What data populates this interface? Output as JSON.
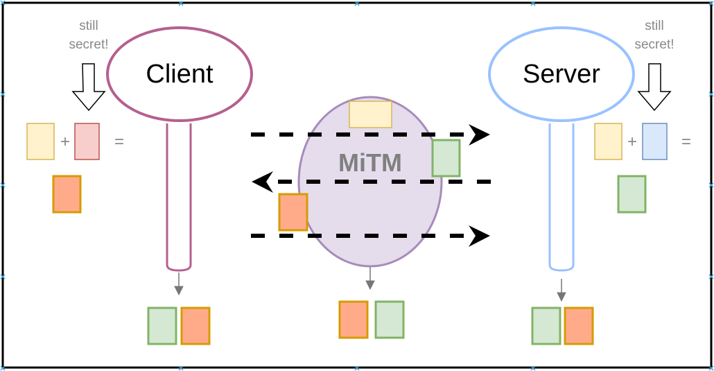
{
  "diagram": {
    "title": "Diffie-Hellman key exchange with man-in-the-middle",
    "client": {
      "label": "Client",
      "stroke": "#B5608F",
      "note": [
        "still",
        "secret!"
      ],
      "equation": {
        "plus": "+",
        "equals": "="
      }
    },
    "server": {
      "label": "Server",
      "stroke": "#99C2FF",
      "note": [
        "still",
        "secret!"
      ],
      "equation": {
        "plus": "+",
        "equals": "="
      }
    },
    "mitm": {
      "label": "MiTM",
      "fill": "#E5DCEC",
      "stroke": "#A68BBA"
    },
    "colors": {
      "public_yellow": {
        "fill": "#FFF2CC",
        "stroke": "#D6B656"
      },
      "client_secret_red": {
        "fill": "#F8CECC",
        "stroke": "#B85450"
      },
      "server_secret_blue": {
        "fill": "#DAE8FC",
        "stroke": "#6C8EBF"
      },
      "mixed_orange": {
        "fill": "#FFAB8A",
        "stroke": "#D79B00"
      },
      "mixed_green": {
        "fill": "#D5E8D4",
        "stroke": "#82B366"
      }
    },
    "messages": [
      {
        "direction": "client-to-server",
        "carries": "public_yellow"
      },
      {
        "direction": "server-to-client",
        "carries": "mixed_green"
      },
      {
        "direction": "client-to-server",
        "carries": "mixed_orange"
      }
    ],
    "results": {
      "client": [
        "mixed_green",
        "mixed_orange"
      ],
      "mitm": [
        "mixed_orange",
        "mixed_green"
      ],
      "server": [
        "mixed_green",
        "mixed_orange"
      ]
    }
  }
}
